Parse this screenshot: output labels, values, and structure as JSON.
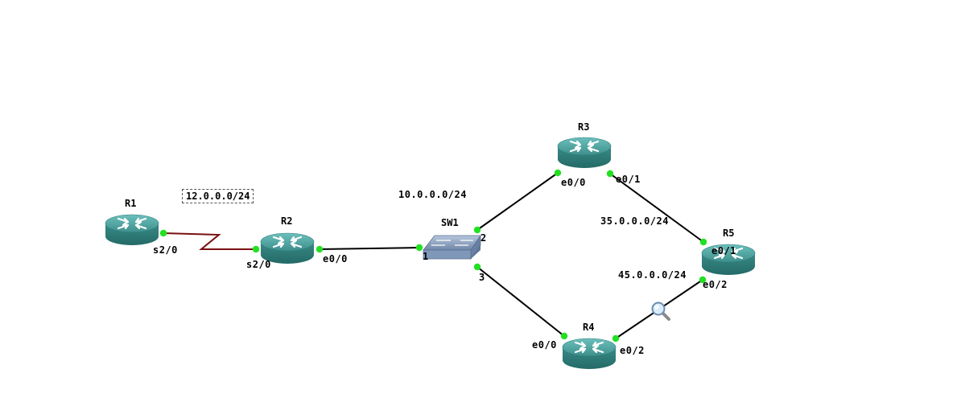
{
  "nodes": {
    "r1": {
      "name": "R1"
    },
    "r2": {
      "name": "R2"
    },
    "r3": {
      "name": "R3"
    },
    "r4": {
      "name": "R4"
    },
    "r5": {
      "name": "R5"
    },
    "sw1": {
      "name": "SW1"
    }
  },
  "networks": {
    "n12": "12.0.0.0/24",
    "n10": "10.0.0.0/24",
    "n35": "35.0.0.0/24",
    "n45": "45.0.0.0/24"
  },
  "interfaces": {
    "r1_s20": "s2/0",
    "r2_s20": "s2/0",
    "r2_e00": "e0/0",
    "sw1_p1": "1",
    "sw1_p2": "2",
    "sw1_p3": "3",
    "r3_e00": "e0/0",
    "r3_e01": "e0/1",
    "r4_e00": "e0/0",
    "r4_e02": "e0/2",
    "r5_e01": "e0/1",
    "r5_e02": "e0/2"
  },
  "colors": {
    "router_top": "#4fa3a0",
    "router_side": "#2f7f7c",
    "link": "#000000",
    "serial_link": "#7a1010",
    "port_dot": "#22e022",
    "switch": "#7f97b8"
  },
  "icons": {
    "router": "router-icon",
    "switch": "switch-icon",
    "capture": "magnifier-icon"
  }
}
